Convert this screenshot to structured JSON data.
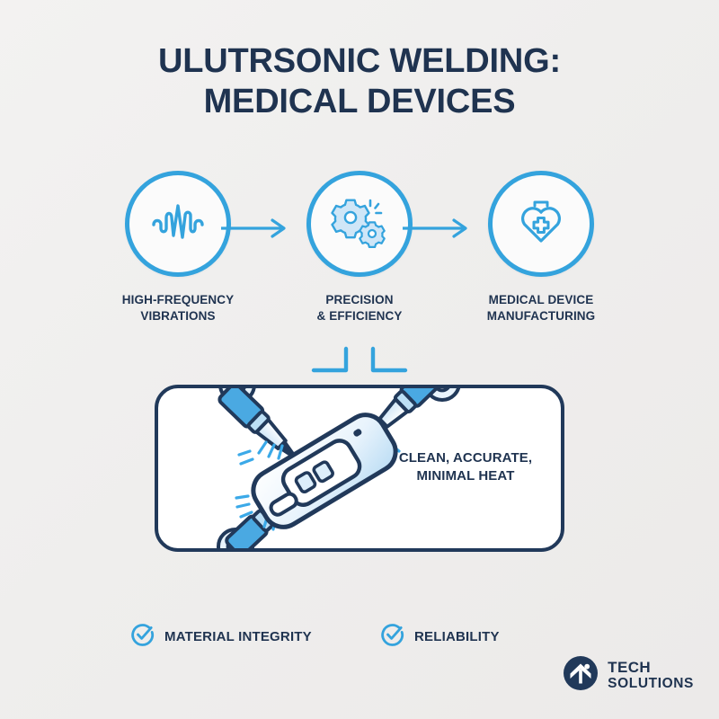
{
  "colors": {
    "background": "#f0efee",
    "navy": "#1f3350",
    "panel_border": "#21395a",
    "accent_blue": "#34a3dd",
    "light_blue": "#cfe6f7",
    "mid_blue": "#4aa9e2",
    "pale_blue": "#e4f1fb",
    "white": "#ffffff"
  },
  "title": {
    "line1": "ULUTRSONIC WELDING:",
    "line2": "MEDICAL DEVICES"
  },
  "steps": [
    {
      "icon": "waveform-icon",
      "label_line1": "HIGH-FREQUENCY",
      "label_line2": "VIBRATIONS"
    },
    {
      "icon": "gears-icon",
      "label_line1": "PRECISION",
      "label_line2": "& EFFICIENCY"
    },
    {
      "icon": "medical-heart-bag-icon",
      "label_line1": "MEDICAL DEVICE",
      "label_line2": "MANUFACTURING"
    }
  ],
  "arrows": [
    {
      "name": "arrow-step-1-to-2"
    },
    {
      "name": "arrow-step-2-to-3"
    }
  ],
  "connector": {
    "name": "bracket-connector"
  },
  "panel": {
    "caption_line1": "CLEAN, ACCURATE,",
    "caption_line2": "MINIMAL HEAT",
    "illustration": "robotic-welding-arms-on-medical-device"
  },
  "benefits": [
    {
      "icon": "check-circle-icon",
      "label": "MATERIAL INTEGRITY"
    },
    {
      "icon": "check-circle-icon",
      "label": "RELIABILITY"
    }
  ],
  "logo": {
    "mark": "house-arrow-logo-icon",
    "line1": "TECH",
    "line2": "SOLUTIONS"
  }
}
